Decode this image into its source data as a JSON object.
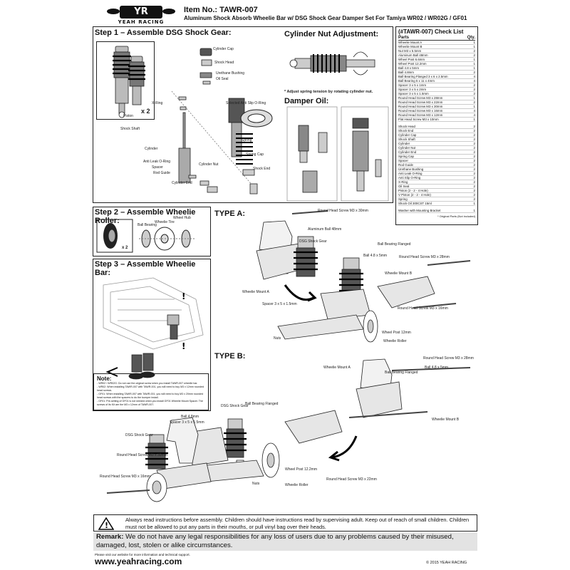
{
  "header": {
    "brand": "YEAH RACING",
    "item_no": "Item No.: TAWR-007",
    "title": "Aluminum Shock Absorb Wheelie Bar w/ DSG Shock Gear Damper Set For Tamiya WR02 / WR02G / GF01"
  },
  "steps": {
    "step1": "Step 1 – Assemble DSG Shock Gear:",
    "step2": "Step 2 – Assemble Wheelie Roller:",
    "step3": "Step 3 – Assemble Wheelie Bar:",
    "cylinder_nut": "Cylinder Nut Adjustment:",
    "damper_oil": "Damper Oil:",
    "spring_tension": "* Adjust spring tension by rotating cylinder nut.",
    "x2": "x 2",
    "x2b": "x 2"
  },
  "types": {
    "a": "TYPE A:",
    "b": "TYPE B:"
  },
  "step1_labels": [
    "Cylinder Cap",
    "Shock Head",
    "Urethane Bushing",
    "Oil Seal",
    "X-Ring",
    "Piston",
    "Shock Shaft",
    "Cylinder",
    "Anti Leak O-Ring",
    "Spacer",
    "Rod Guide",
    "Cylinder End",
    "Spring",
    "Spring Cap",
    "Shock End",
    "Cylinder Nut",
    "Selected Anti Slip O-Ring"
  ],
  "step2_labels": [
    "Wheelie Tire",
    "Wheel Hub",
    "Ball Bearing"
  ],
  "type_a_labels": [
    "Round Head Screw M3 x 30mm",
    "Aluminum Ball 48mm",
    "DSG Shock Gear",
    "Wheelie Mount A",
    "Ball Bearing Flanged",
    "Ball 4.8 x 5mm",
    "Round Head Screw M3 x 28mm",
    "Wheelie Mount B",
    "Spacer 3 x 5 x 1.5mm",
    "Round Head Screw M3 x 16mm",
    "Wheel Post 12mm",
    "Wheelie Roller",
    "Nuts"
  ],
  "type_b_labels": [
    "Wheelie Mount A",
    "Round Head Screw M3 x 28mm",
    "Ball 4.8 x 5mm",
    "Ball Bearing Flanged",
    "Wheelie Mount B",
    "DSG Shock Gear",
    "Ball 4.8mm",
    "Spacer 3 x 5 x 1.5mm",
    "DSG Shock Gear",
    "Ball Bearing Flanged",
    "Round Head Screw M3 x 16mm",
    "Round Head Screw M3 x 30mm",
    "Wheel Post 12.2mm",
    "Wheelie Roller",
    "Round Head Screw M3 x 22mm",
    "Nuts"
  ],
  "checklist": {
    "title": "(#TAWR-007) Check List",
    "col_parts": "Parts",
    "col_qty": "Qty.",
    "group1": [
      {
        "p": "Wheelie Mount A",
        "q": "1"
      },
      {
        "p": "Wheelie Mount B",
        "q": "1"
      },
      {
        "p": "Nut M3 x 5.5mm",
        "q": "2"
      },
      {
        "p": "Aluminum Ball 48mm",
        "q": "2"
      },
      {
        "p": "Wheel Post 6.6mm",
        "q": "1"
      },
      {
        "p": "Wheel Post 12.2mm",
        "q": "1"
      },
      {
        "p": "Ball 4.8 x 5mm",
        "q": "1"
      },
      {
        "p": "Ball 4.8mm",
        "q": "2"
      },
      {
        "p": "Ball Bearing Flanged 3 x 6 x 2.5mm",
        "q": "4"
      },
      {
        "p": "Ball Bearing 5 x 11 x 4mm",
        "q": "4"
      },
      {
        "p": "Spacer 3 x 5 x 1mm",
        "q": "2"
      },
      {
        "p": "Spacer 3 x 5 x 2mm",
        "q": "2"
      },
      {
        "p": "Spacer 3 x 5 x 1.5mm",
        "q": "2"
      },
      {
        "p": "Round Head Screw M3 x 28mm",
        "q": "1"
      },
      {
        "p": "Round Head Screw M3 x 22mm",
        "q": "2"
      },
      {
        "p": "Round Head Screw M3 x 30mm",
        "q": "1"
      },
      {
        "p": "Round Head Screw M3 x 16mm",
        "q": "4"
      },
      {
        "p": "Round Head Screw M3 x 12mm",
        "q": "4"
      },
      {
        "p": "Flat Head Screw M3 x 10mm",
        "q": "1"
      }
    ],
    "group2": [
      {
        "p": "Shock Head",
        "q": "2"
      },
      {
        "p": "Shock End",
        "q": "2"
      },
      {
        "p": "Cylinder Cap",
        "q": "2"
      },
      {
        "p": "Shock Shaft",
        "q": "2"
      },
      {
        "p": "Cylinder",
        "q": "2"
      },
      {
        "p": "Cylinder Nut",
        "q": "2"
      },
      {
        "p": "Cylinder End",
        "q": "2"
      },
      {
        "p": "Spring Cap",
        "q": "2"
      },
      {
        "p": "Spacer",
        "q": "2"
      },
      {
        "p": "Rod Guide",
        "q": "2"
      },
      {
        "p": "Urethane Bushing",
        "q": "2"
      },
      {
        "p": "Anti Leak O-Ring",
        "q": "2"
      },
      {
        "p": "Anti Slip O-Ring",
        "q": "2"
      },
      {
        "p": "X-Ring",
        "q": "2"
      },
      {
        "p": "Oil Seal",
        "q": "2"
      },
      {
        "p": "Piston (2 - 2 - 4 Hole)",
        "q": "2"
      },
      {
        "p": "V Piston (2 - 2 - 4 Hole)",
        "q": "2"
      },
      {
        "p": "Spring",
        "q": "2"
      },
      {
        "p": "Shock Oil 300CST 15ml",
        "q": "1"
      }
    ],
    "group3": [
      {
        "p": "Washer with Mounting Bracket",
        "q": "1"
      }
    ],
    "footnote": "* Original Parts (Not included)"
  },
  "note": {
    "title": "Note:",
    "lines": [
      "- WR02 / WR02G: Do not use the original screw when you install TAWR-007 wheelie bar.",
      "- WR02: When installing TAWR-007 with TAWR-001, you will need to buy M3 x 12mm rounded head screws.",
      "- GF01: When installing TAWR-007 with TAWR-001, you will need to buy M3 x 20mm rounded head screws with the spacers to do the bumper install.",
      "- GF01: Pre-setting of GF01 is not needed when you install GF01 Wheelie Mount Spacer. The screws of its Kit are the M3 x 12mm of TAWR-007."
    ]
  },
  "warning": "Always read instructions before assembly. Children should have instructions read by supervising adult. Keep out of reach of small children. Children must not be allowed to put any parts in their mouths, or pull vinyl bag over their heads.",
  "remark": {
    "label": "Remark:",
    "text": " We do not have any legal responsibilities for any loss of users due to any problems caused by their misused, damaged, lost, stolen or alike circumstances."
  },
  "footer": {
    "visit": "Please visit our website for more information and technical support.",
    "url": "www.yeahracing.com",
    "copyright": "© 2015 YEAH RACING"
  }
}
